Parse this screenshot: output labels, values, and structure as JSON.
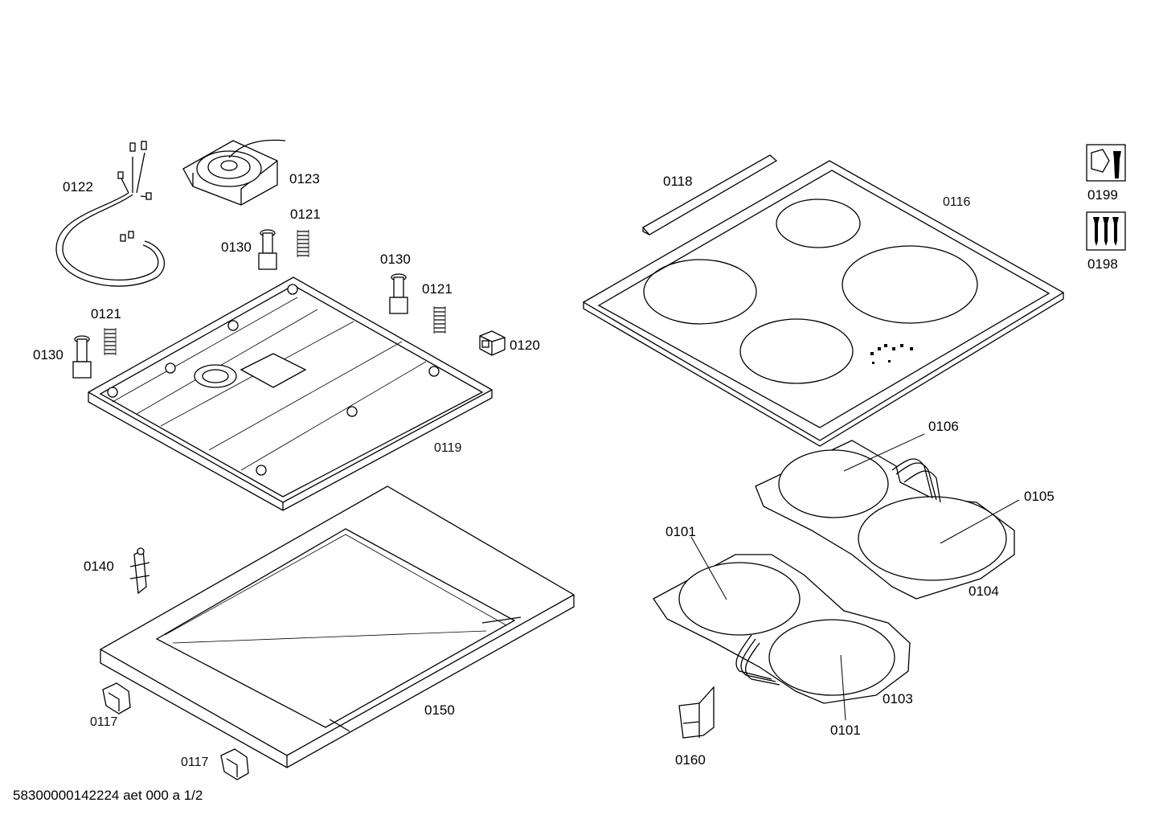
{
  "labels": {
    "p0122": "0122",
    "p0123": "0123",
    "p0121a": "0121",
    "p0130a": "0130",
    "p0130b": "0130",
    "p0121b": "0121",
    "p0121c": "0121",
    "p0130c": "0130",
    "p0120": "0120",
    "p0119": "0119",
    "p0140": "0140",
    "p0117a": "0117",
    "p0117b": "0117",
    "p0150": "0150",
    "p0118": "0118",
    "p0116": "0116",
    "p0199": "0199",
    "p0198": "0198",
    "p0106": "0106",
    "p0105": "0105",
    "p0101a": "0101",
    "p0104": "0104",
    "p0103": "0103",
    "p0101b": "0101",
    "p0160": "0160"
  },
  "footer": "58300000142224 aet 000 a 1/2"
}
